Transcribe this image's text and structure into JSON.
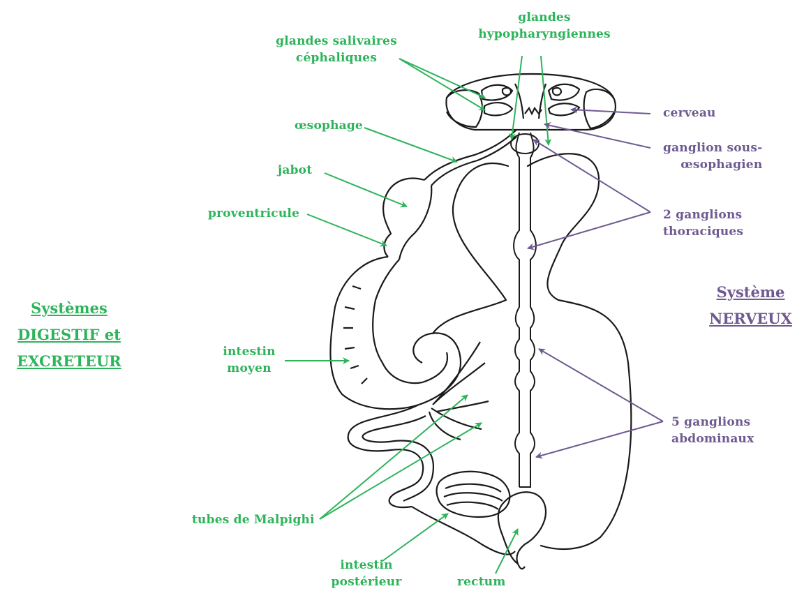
{
  "titles": {
    "left": [
      "Systèmes",
      "DIGESTIF et",
      "EXCRETEUR"
    ],
    "right": [
      "Système",
      "NERVEUX"
    ]
  },
  "labels": {
    "glandes_salivaires": [
      "glandes salivaires",
      "céphaliques"
    ],
    "glandes_hypo": [
      "glandes",
      "hypopharyngiennes"
    ],
    "oesophage": "œsophage",
    "jabot": "jabot",
    "proventricule": "proventricule",
    "intestin_moyen": [
      "intestin",
      "moyen"
    ],
    "tubes_malpighi": "tubes de Malpighi",
    "intestin_posterieur": [
      "intestin",
      "postérieur"
    ],
    "rectum": "rectum",
    "cerveau": "cerveau",
    "ganglion_sous": [
      "ganglion sous-",
      "œsophagien"
    ],
    "ganglions_thoraciques": [
      "2 ganglions",
      "thoraciques"
    ],
    "ganglions_abdominaux": [
      "5 ganglions",
      "abdominaux"
    ]
  },
  "colors": {
    "digestive": "#2db35a",
    "nervous": "#6e5a91",
    "outline": "#1a1a1a"
  }
}
